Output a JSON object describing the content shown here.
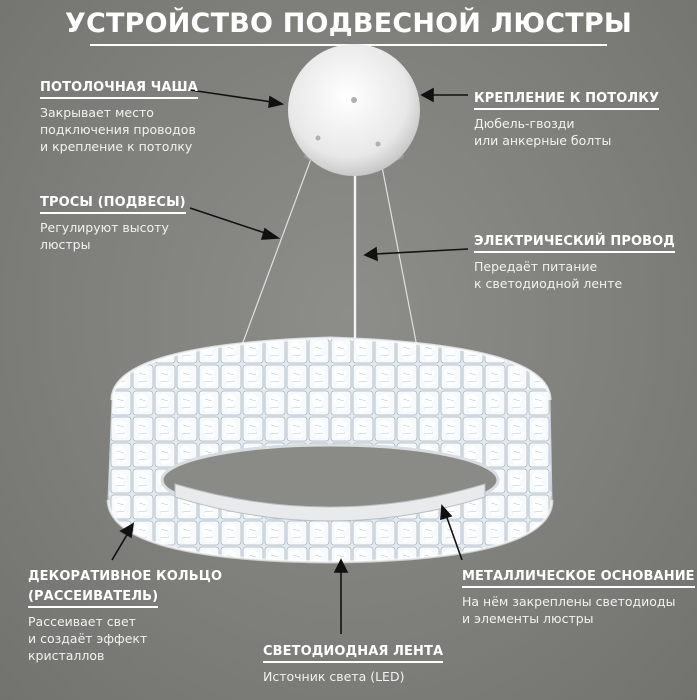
{
  "title": "УСТРОЙСТВО ПОДВЕСНОЙ ЛЮСТРЫ",
  "callouts": {
    "bowl": {
      "heading": "ПОТОЛОЧНАЯ ЧАША",
      "lines": [
        "Закрывает место",
        "подключения проводов",
        "и крепление к потолку"
      ]
    },
    "mount": {
      "heading": "КРЕПЛЕНИЕ К ПОТОЛКУ",
      "lines": [
        "Дюбель-гвозди",
        "или анкерные болты"
      ]
    },
    "cables": {
      "heading": "ТРОСЫ (ПОДВЕСЫ)",
      "lines": [
        "Регулируют высоту",
        "люстры"
      ]
    },
    "wire": {
      "heading": "ЭЛЕКТРИЧЕСКИЙ ПРОВОД",
      "lines": [
        "Передаёт питание",
        "к светодиодной ленте"
      ]
    },
    "ring": {
      "heading_lines": [
        "ДЕКОРАТИВНОЕ КОЛЬЦО",
        "(РАССЕИВАТЕЛЬ)"
      ],
      "lines": [
        "Рассеивает свет",
        "и создаёт эффект",
        "кристаллов"
      ]
    },
    "base": {
      "heading": "МЕТАЛЛИЧЕСКОЕ ОСНОВАНИЕ",
      "lines": [
        "На нём закреплены светодиоды",
        "и элементы люстры"
      ]
    },
    "led": {
      "heading": "СВЕТОДИОДНАЯ ЛЕНТА",
      "lines": [
        "Источник света (LED)"
      ]
    }
  },
  "colors": {
    "background": "#808080",
    "text": "#ffffff",
    "canopy": "#f0f0f0",
    "crystal": "#e9eef2"
  }
}
